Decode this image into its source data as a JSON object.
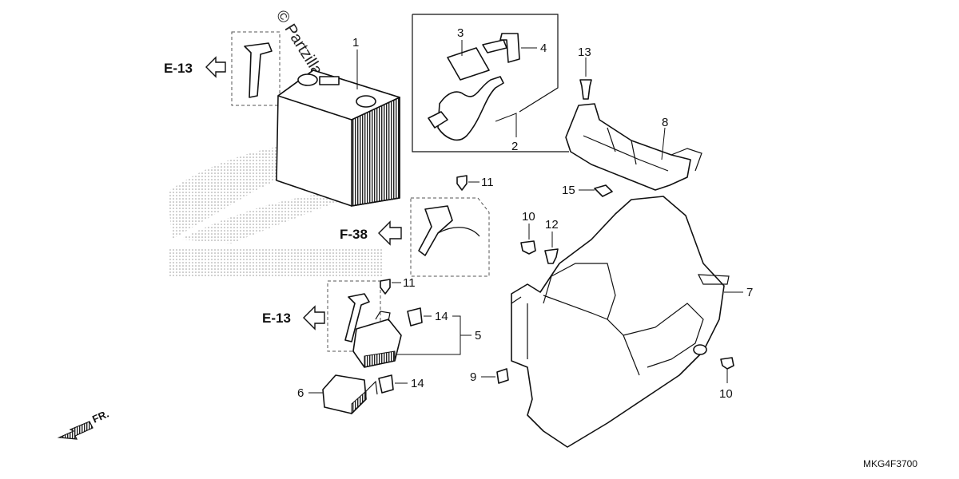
{
  "watermark": "© Partzilla.com",
  "diagram_code": "MKG4F3700",
  "front_label": "FR.",
  "refs": {
    "e13_top": "E-13",
    "f38": "F-38",
    "e13_bottom": "E-13"
  },
  "callouts": {
    "c1": "1",
    "c2": "2",
    "c3": "3",
    "c4": "4",
    "c5": "5",
    "c6": "6",
    "c7": "7",
    "c8": "8",
    "c9": "9",
    "c10a": "10",
    "c10b": "10",
    "c11a": "11",
    "c11b": "11",
    "c12": "12",
    "c13": "13",
    "c14a": "14",
    "c14b": "14",
    "c15": "15"
  }
}
